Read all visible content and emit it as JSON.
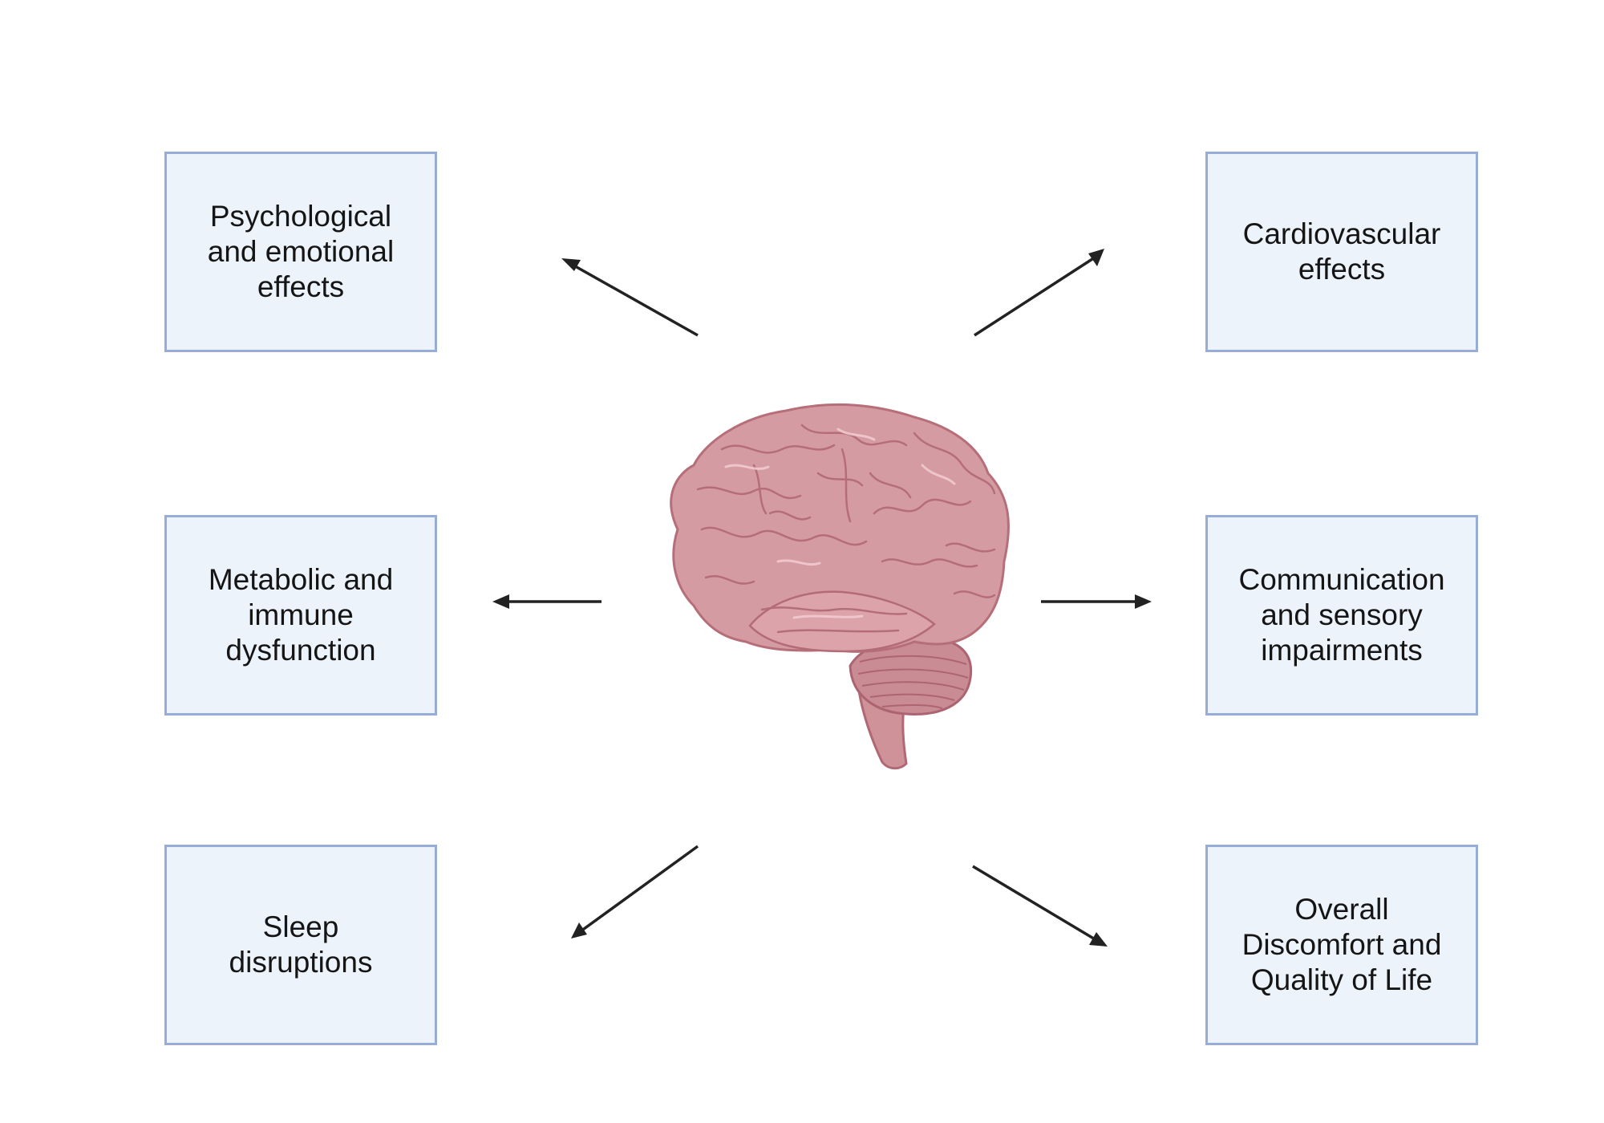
{
  "diagram": {
    "center": {
      "icon": "brain-icon"
    },
    "effects": {
      "psychological": "Psychological\nand emotional\neffects",
      "cardiovascular": "Cardiovascular\neffects",
      "metabolic": "Metabolic and\nimmune\ndysfunction",
      "communication": "Communication\nand sensory\nimpairments",
      "sleep": "Sleep\ndisruptions",
      "overall": "Overall\nDiscomfort and\nQuality of Life"
    },
    "colors": {
      "box_fill": "#edf3fb",
      "box_border": "#97acd6",
      "arrow": "#222222",
      "brain_fill": "#d4999f",
      "brain_stroke": "#b36a74"
    }
  }
}
